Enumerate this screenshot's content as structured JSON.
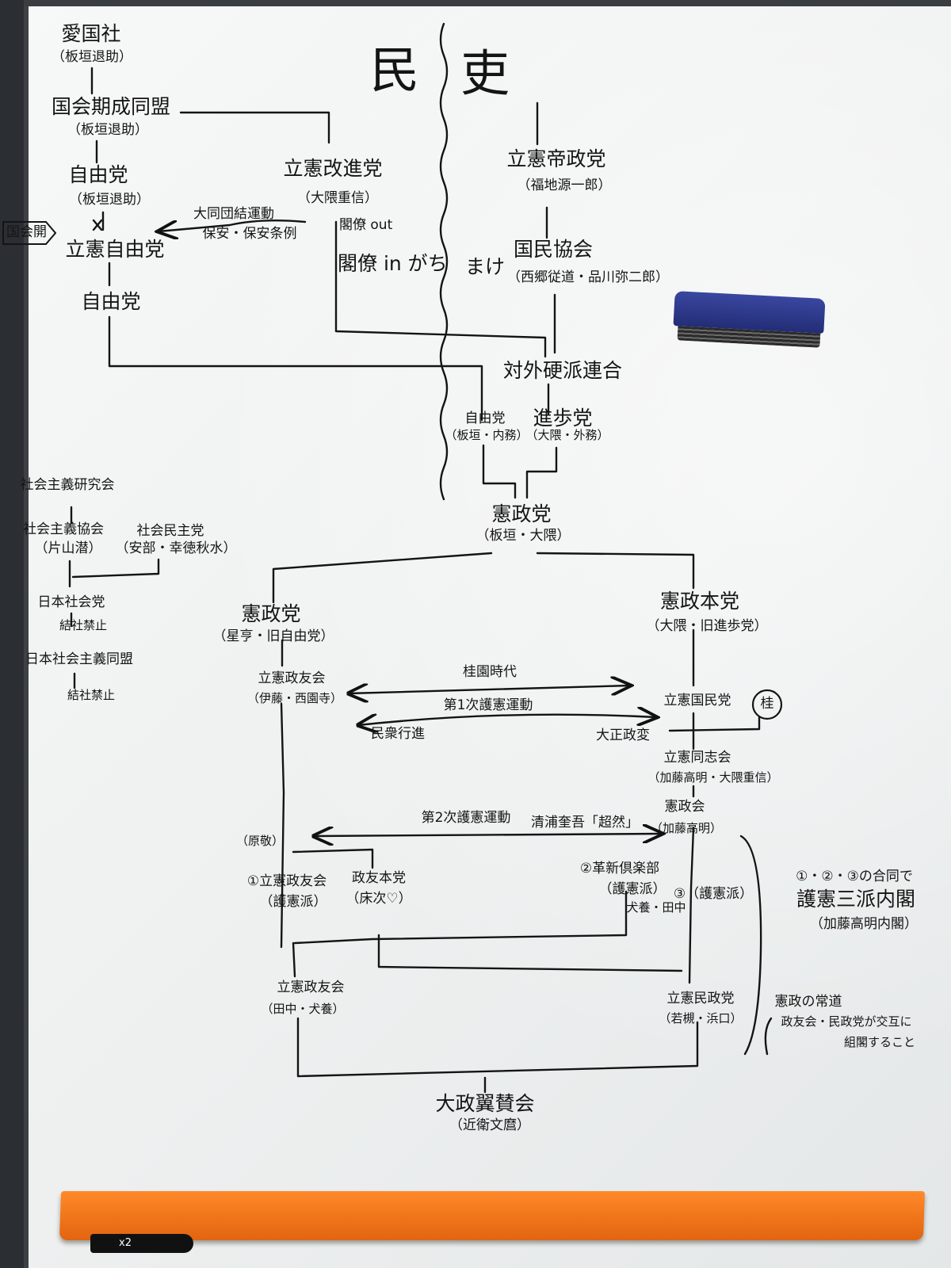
{
  "title": {
    "left": "民",
    "right": "吏"
  },
  "nodes": {
    "aikokusha": "愛国社",
    "aikokusha_sub": "（板垣退助）",
    "kokkai_kisei": "国会期成同盟",
    "kokkai_kisei_sub": "（板垣退助）",
    "jiyuto": "自由党",
    "jiyuto_sub": "（板垣退助）",
    "kokkai_ki": "国会開",
    "daido": "大同団結運動",
    "hoan": "保安・保安条例",
    "rikken_jiyuto": "立憲自由党",
    "jiyuto2": "自由党",
    "kaishinto": "立憲改進党",
    "kaishinto_sub": "（大隈重信）",
    "kaishin_note1": "閣僚 out",
    "kaishin_note2": "閣僚 in がち",
    "teiseito": "立憲帝政党",
    "teiseito_sub": "（福地源一郎）",
    "make": "まけ",
    "kokumin_kyokai": "国民協会",
    "kokumin_kyokai_sub": "（西郷従道・品川弥二郎）",
    "taigai": "対外硬派連合",
    "jiyuto3": "自由党",
    "jiyuto3_sub": "（板垣・内務）",
    "shinpoto": "進歩党",
    "shinpoto_sub": "（大隈・外務）",
    "kenseito": "憲政党",
    "kenseito_sub": "（板垣・大隈）",
    "shakai_kenkyu": "社会主義研究会",
    "shakai_kyokai": "社会主義協会",
    "shakai_kyokai_sub": "（片山潜）",
    "shakai_minshu": "社会民主党",
    "shakai_minshu_sub": "（安部・幸徳秋水）",
    "nihon_shakaito": "日本社会党",
    "nihon_shakaito_sub": "結社禁止",
    "nihon_domei": "日本社会主義同盟",
    "nihon_domei_sub": "結社禁止",
    "kenseito2": "憲政党",
    "kenseito2_sub": "（星亨・旧自由党）",
    "kensei_honto": "憲政本党",
    "kensei_honto_sub": "（大隈・旧進歩党）",
    "seiyukai": "立憲政友会",
    "seiyukai_sub": "（伊藤・西園寺）",
    "keien": "桂園時代",
    "goken1": "第1次護憲運動",
    "minshu": "民衆行進",
    "taisho": "大正政変",
    "kokuminto": "立憲国民党",
    "katsura": "桂",
    "doshikai": "立憲同志会",
    "doshikai_sub": "（加藤高明・大隈重信）",
    "goken2": "第2次護憲運動",
    "kiyoura": "清浦奎吾「超然」",
    "kenseikai": "憲政会",
    "kenseikai_sub": "（加藤高明）",
    "hara": "（原敬）",
    "seiyukai2": "①立憲政友会",
    "seiyukai2_sub": "（護憲派）",
    "seiyu_honto": "政友本党",
    "seiyu_honto_sub": "（床次♡）",
    "kakushin": "②革新倶楽部",
    "kakushin_sub": "（護憲派）",
    "kakushin_sub2": "犬養・田中",
    "kenseikai_goken": "③（護憲派）",
    "goken_sanpa_note": "①・②・③の合同で",
    "goken_sanpa": "護憲三派内閣",
    "goken_sanpa_sub": "（加藤高明内閣）",
    "seiyukai3": "立憲政友会",
    "seiyukai3_sub": "（田中・犬養）",
    "minseito": "立憲民政党",
    "minseito_sub": "（若槻・浜口）",
    "jodo": "憲政の常道",
    "jodo_sub1": "政友会・民政党が交互に",
    "jodo_sub2": "組閣すること",
    "taisei": "大政翼賛会",
    "taisei_sub": "（近衛文麿）"
  },
  "marker_label": "x2"
}
